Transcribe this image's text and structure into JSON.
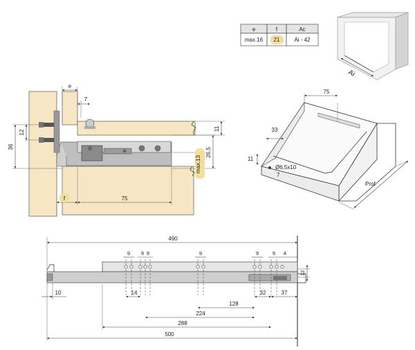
{
  "table": {
    "headers": [
      "e",
      "f",
      "Ac"
    ],
    "values": [
      "max.16",
      "21",
      "Ai - 42"
    ]
  },
  "cabinet": {
    "label": "Ai"
  },
  "section": {
    "labels": {
      "e": "e",
      "seven": "7",
      "twelve": "12",
      "thirtysix": "36",
      "eleven": "11",
      "twentysix": "26,5",
      "max13": "max.13",
      "f": "f",
      "seventyfive": "75"
    }
  },
  "drawer": {
    "labels": {
      "seventyfive": "75",
      "thirtythree": "33",
      "eleven": "11",
      "seven": "7",
      "hole": "Ø6,5x10",
      "prof": "Prof."
    }
  },
  "slide": {
    "labels": {
      "total": "490",
      "n9a": "9",
      "n9b": "9",
      "n9c": "9",
      "n9d": "9",
      "n9e": "9",
      "n9f": "9",
      "four": "4",
      "twelve": "12",
      "ten": "10",
      "fourteen": "14",
      "d128": "128",
      "d32": "32",
      "d37": "37",
      "d224": "224",
      "d288": "288",
      "d500": "500"
    }
  },
  "colors": {
    "wood": "#f6e6c4",
    "highlight": "#f3df9c",
    "metal": "#bfbfbf",
    "metal_dark": "#8a8a8a",
    "table_header": "#e4e4e4"
  }
}
